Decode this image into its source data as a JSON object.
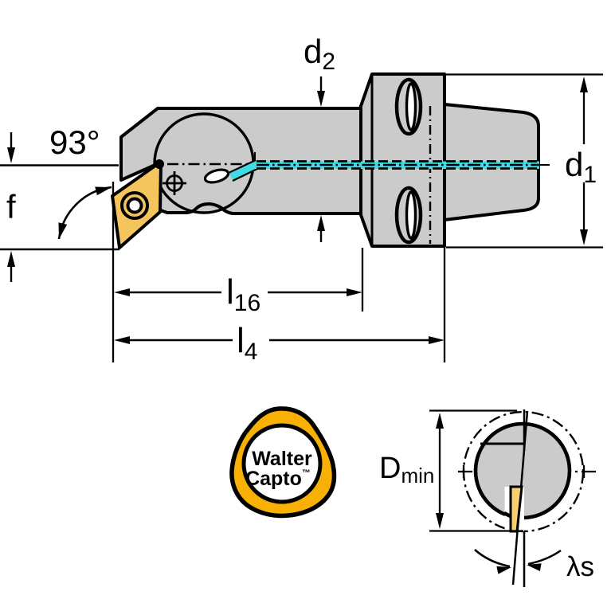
{
  "drawing": {
    "kind": "tool-technical-drawing",
    "dims": {
      "d2": {
        "main": "d",
        "sub": "2"
      },
      "d1": {
        "main": "d",
        "sub": "1"
      },
      "f": "f",
      "approach_angle": "93°",
      "l16": {
        "main": "l",
        "sub": "16"
      },
      "l4": {
        "main": "l",
        "sub": "4"
      },
      "d_min": {
        "main": "D",
        "sub": "min"
      },
      "lambda_s": "λs"
    },
    "logo": {
      "brand_line1": "Walter",
      "brand_line2": "Capto",
      "trademark": "™"
    },
    "colors": {
      "body_gray": "#cbcbcb",
      "coolant_cyan": "#3EDDE6",
      "insert_yellow": "#F4C45F",
      "insert_yellow_light": "#F7CE72",
      "logo_yellow": "#F9B005",
      "line_black": "#000000"
    }
  }
}
